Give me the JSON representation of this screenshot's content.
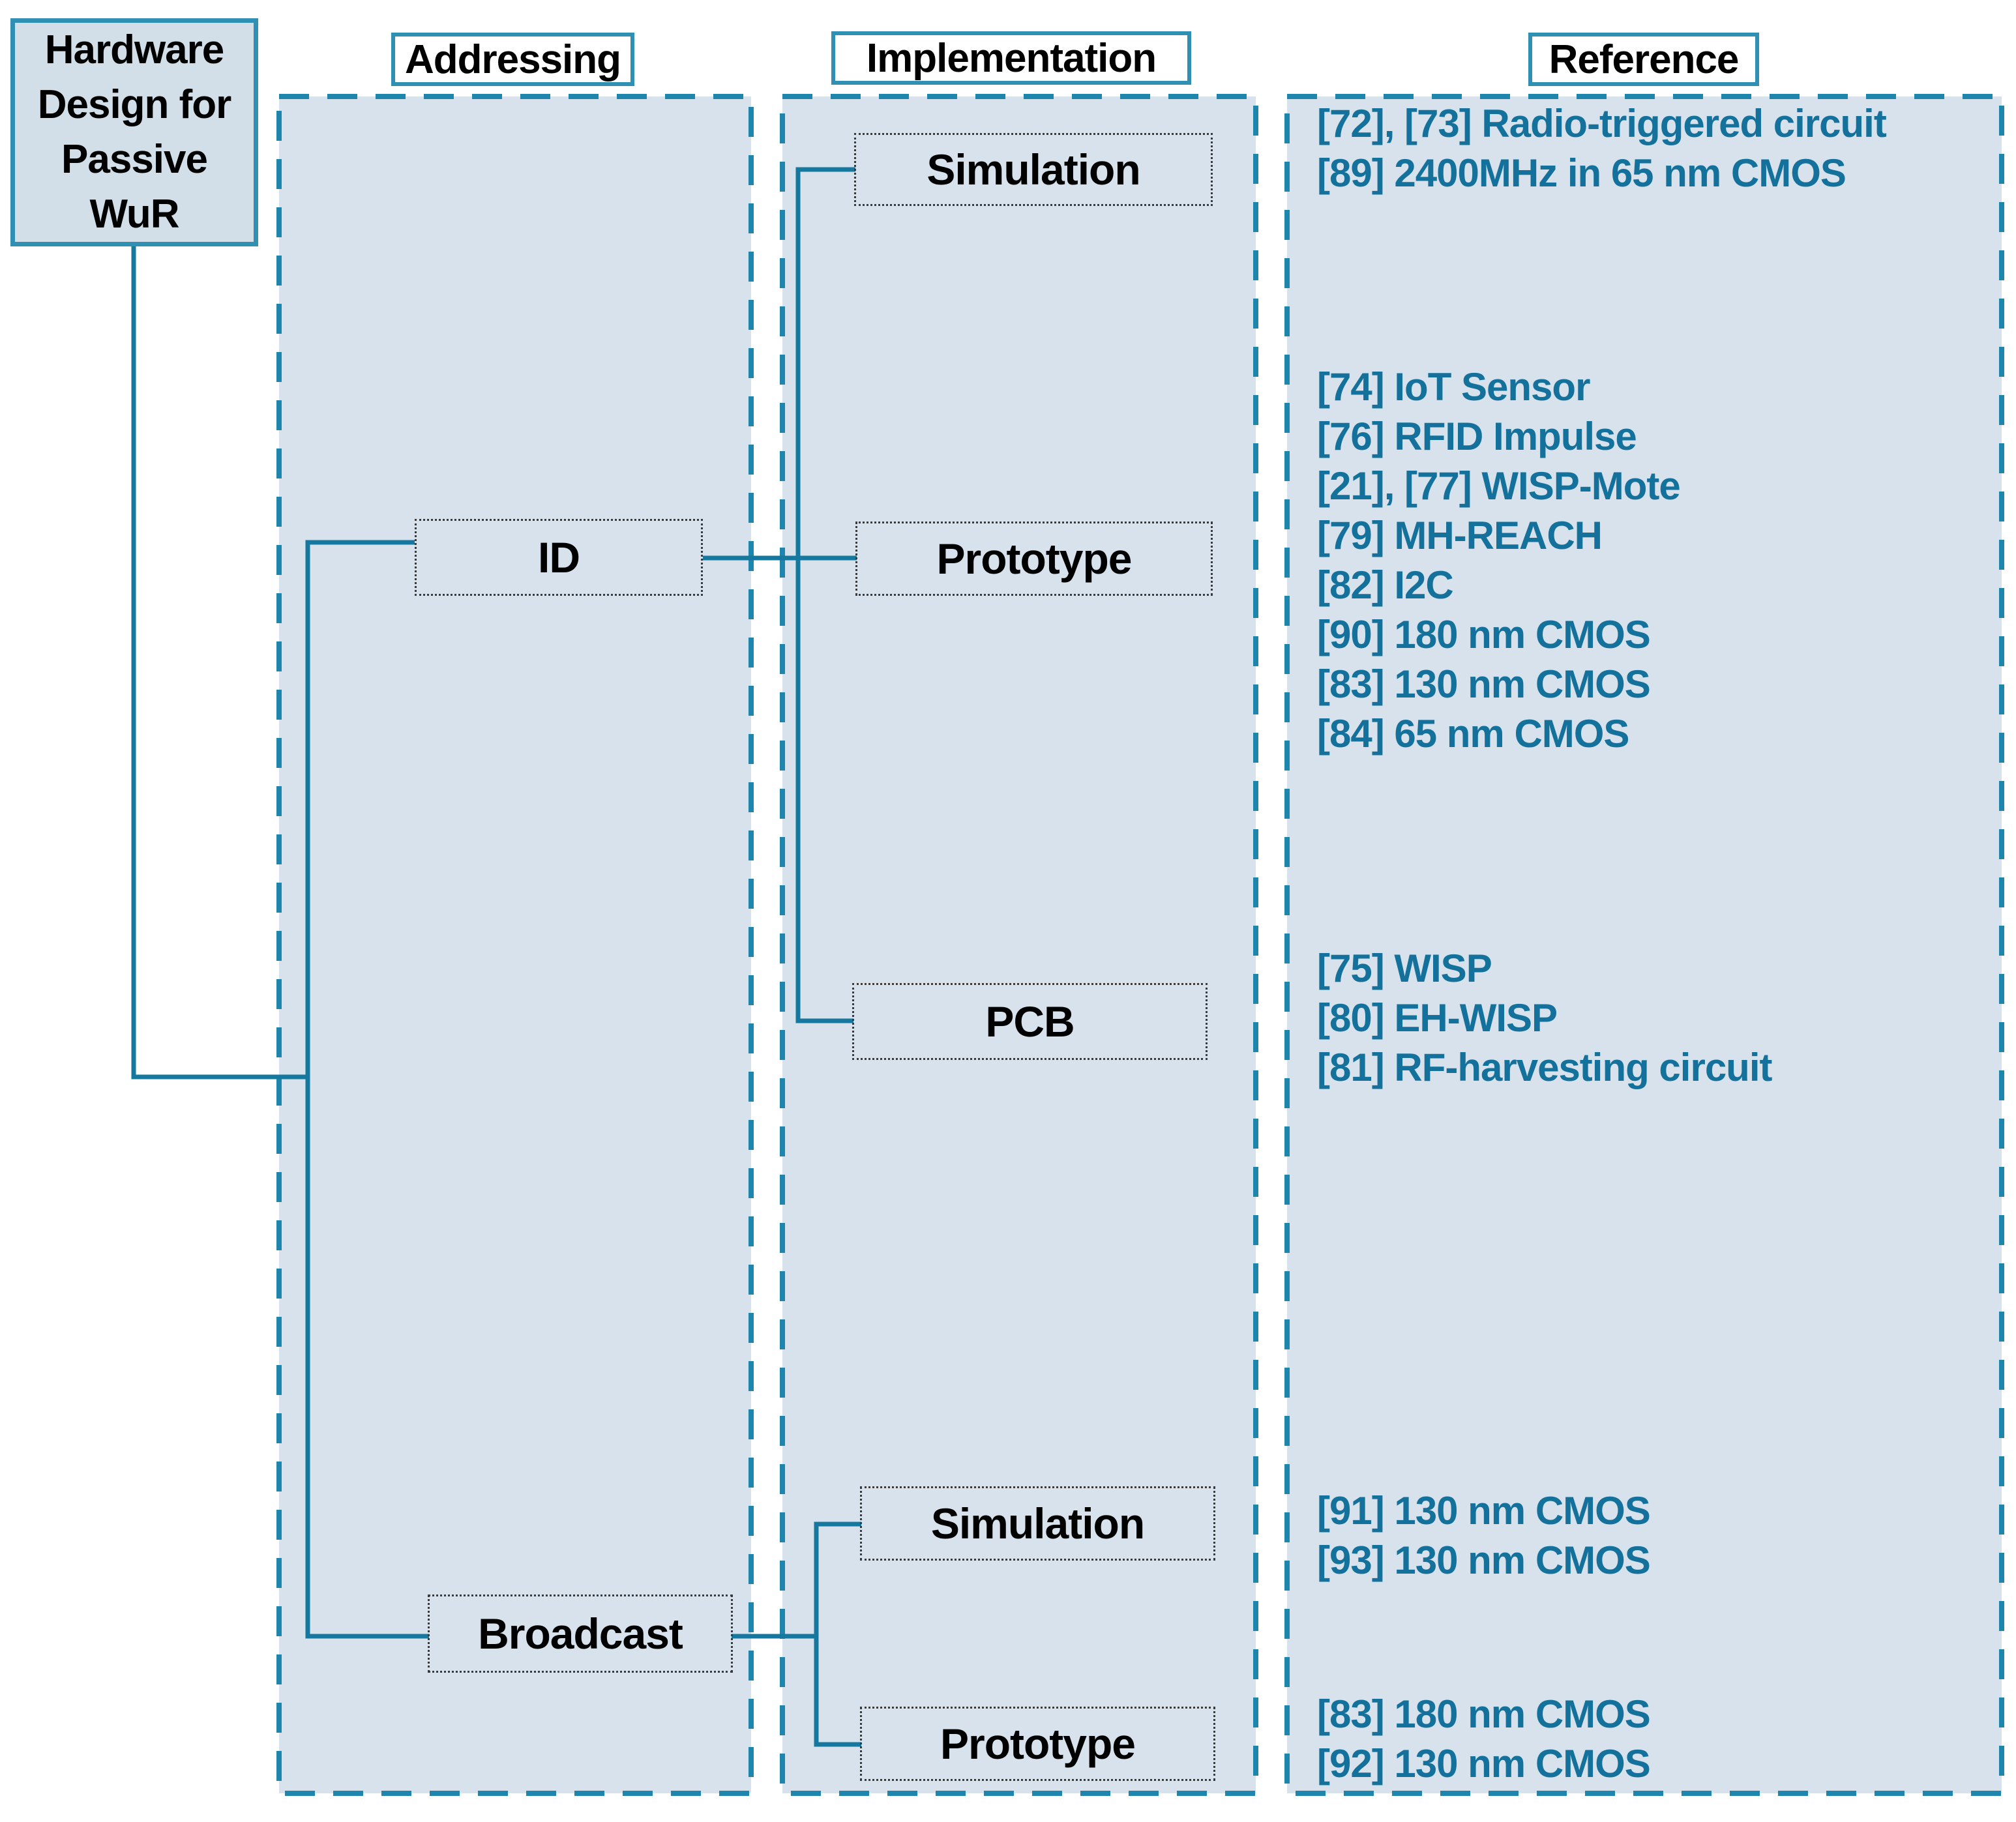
{
  "figure": {
    "root_label_lines": [
      "Hardware",
      "Design for",
      "Passive",
      "WuR"
    ]
  },
  "headers": {
    "addressing": "Addressing",
    "implementation": "Implementation",
    "reference": "Reference"
  },
  "nodes": {
    "id": "ID",
    "broadcast": "Broadcast",
    "id_simulation": "Simulation",
    "id_prototype": "Prototype",
    "id_pcb": "PCB",
    "broadcast_simulation": "Simulation",
    "broadcast_prototype": "Prototype"
  },
  "references": {
    "id_simulation": [
      "[72], [73] Radio-triggered circuit",
      "[89] 2400MHz in 65 nm CMOS"
    ],
    "id_prototype": [
      "[74] IoT Sensor",
      "[76] RFID Impulse",
      "[21], [77] WISP-Mote",
      "[79] MH-REACH",
      "[82] I2C",
      "[90] 180 nm CMOS",
      "[83] 130 nm CMOS",
      "[84] 65 nm CMOS"
    ],
    "id_pcb": [
      "[75] WISP",
      "[80] EH-WISP",
      "[81] RF-harvesting circuit"
    ],
    "broadcast_simulation": [
      "[91] 130 nm CMOS",
      "[93] 130 nm CMOS"
    ],
    "broadcast_prototype": [
      "[83] 180 nm CMOS",
      "[92] 130 nm CMOS"
    ]
  },
  "colors": {
    "dash": "#1e86ac",
    "line": "#16789e",
    "col-fill": "#d7e2ec",
    "root-fill": "#d2dfe9",
    "ref": "#13719b",
    "strong": "#2f90b4",
    "ink": "#000000"
  }
}
